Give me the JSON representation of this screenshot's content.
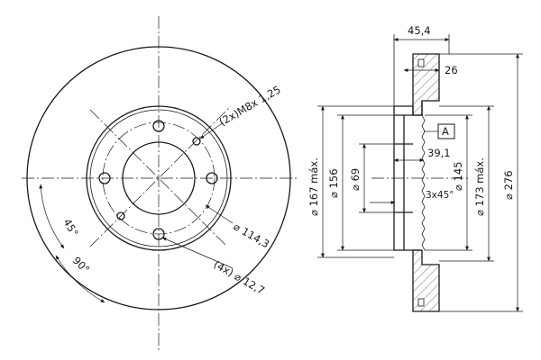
{
  "front_view": {
    "labels": {
      "thread": "(2x)M8x 1,25",
      "pcd": "⌀ 114,3",
      "holes": "(4x) ⌀ 12,7",
      "angle45": "45°",
      "angle90": "90°"
    }
  },
  "section_view": {
    "labels": {
      "overall_width": "45,4",
      "disc_thickness": "26",
      "datum": "A",
      "hat_height": "39,1",
      "chamfer": "3x45°",
      "d167": "⌀ 167 máx.",
      "d156": "⌀ 156",
      "d69": "⌀ 69",
      "d145": "⌀ 145",
      "d173": "⌀ 173 máx.",
      "d276": "⌀ 276"
    }
  }
}
